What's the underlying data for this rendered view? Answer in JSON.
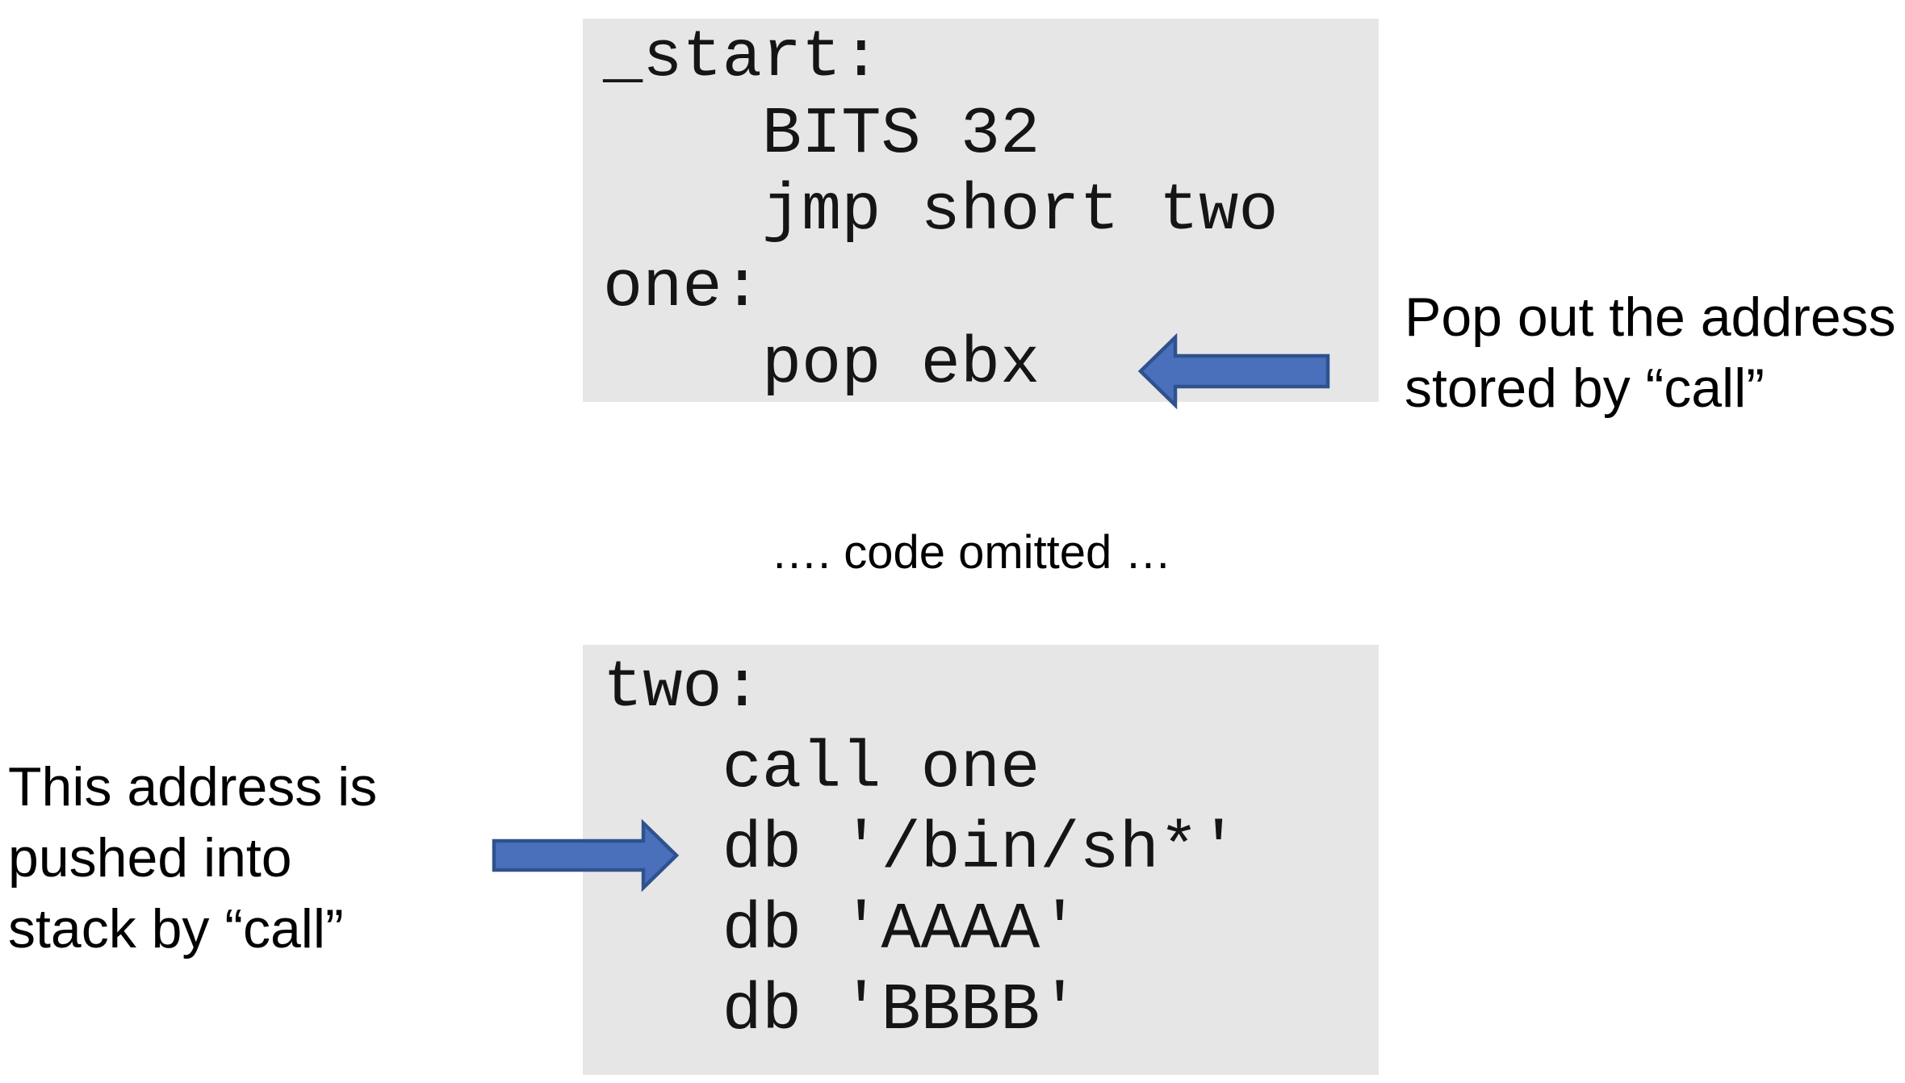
{
  "colors": {
    "page_background": "#ffffff",
    "code_block_background": "#e6e6e6",
    "code_text": "#151515",
    "annotation_text": "#000000",
    "arrow_fill": "#4a70bc",
    "arrow_border": "#2f528f"
  },
  "code_blocks": {
    "top_code": "_start:\n    BITS 32\n    jmp short two\none:\n    pop ebx",
    "bottom_code": "two:\n   call one\n   db '/bin/sh*'\n   db 'AAAA'\n   db 'BBBB'"
  },
  "annotations": {
    "pop_note": {
      "line1": "Pop out the address",
      "line2": "stored by “call”"
    },
    "push_note": {
      "line1": "This address is",
      "line2": "pushed into",
      "line3": "stack by “call”"
    },
    "code_omitted": "…. code omitted …"
  },
  "icons": {
    "left_arrow": "left-pointing-block-arrow",
    "right_arrow": "right-pointing-block-arrow"
  }
}
